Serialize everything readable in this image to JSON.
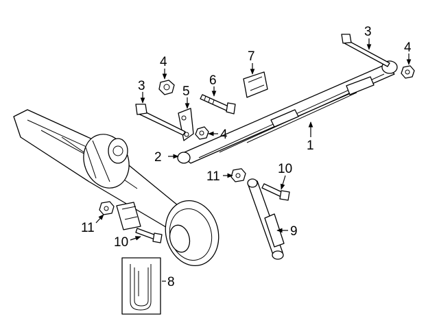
{
  "diagram": {
    "callouts": {
      "leaf_spring": "1",
      "front_eye": "2",
      "bolt_left": "3",
      "bolt_right": "3",
      "nut_upper_left": "4",
      "nut_shackle": "4",
      "nut_right": "4",
      "shackle": "5",
      "shackle_bolt": "6",
      "bump_stop": "7",
      "u_bolts": "8",
      "shock_absorber": "9",
      "bolt_shock_upper": "10",
      "bolt_shock_lower": "10",
      "nut_shock_upper": "11",
      "nut_shock_lower": "11"
    }
  }
}
